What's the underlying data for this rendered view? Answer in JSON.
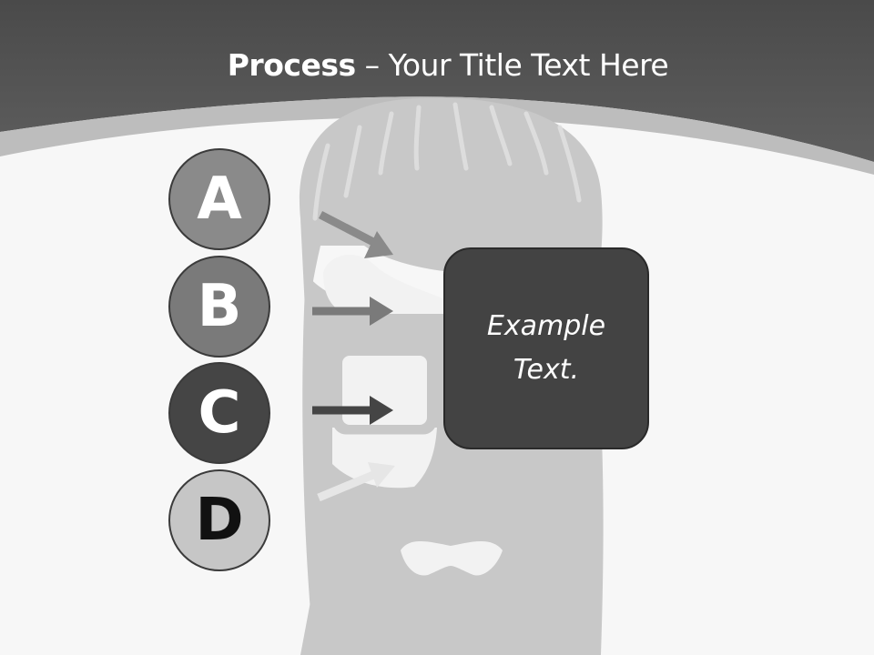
{
  "title": {
    "bold": "Process",
    "rest": " – Your Title Text Here"
  },
  "steps": [
    {
      "letter": "A",
      "color": "#8a8a8a"
    },
    {
      "letter": "B",
      "color": "#7a7a7a"
    },
    {
      "letter": "C",
      "color": "#454545"
    },
    {
      "letter": "D",
      "color": "#c6c6c6"
    }
  ],
  "box": {
    "text": "Example Text."
  },
  "colors": {
    "header": "#505050",
    "background": "#f7f7f7",
    "box": "#434343",
    "illustration": "#c8c8c8"
  },
  "decor": {
    "illustration": "bearded-man-silhouette"
  }
}
